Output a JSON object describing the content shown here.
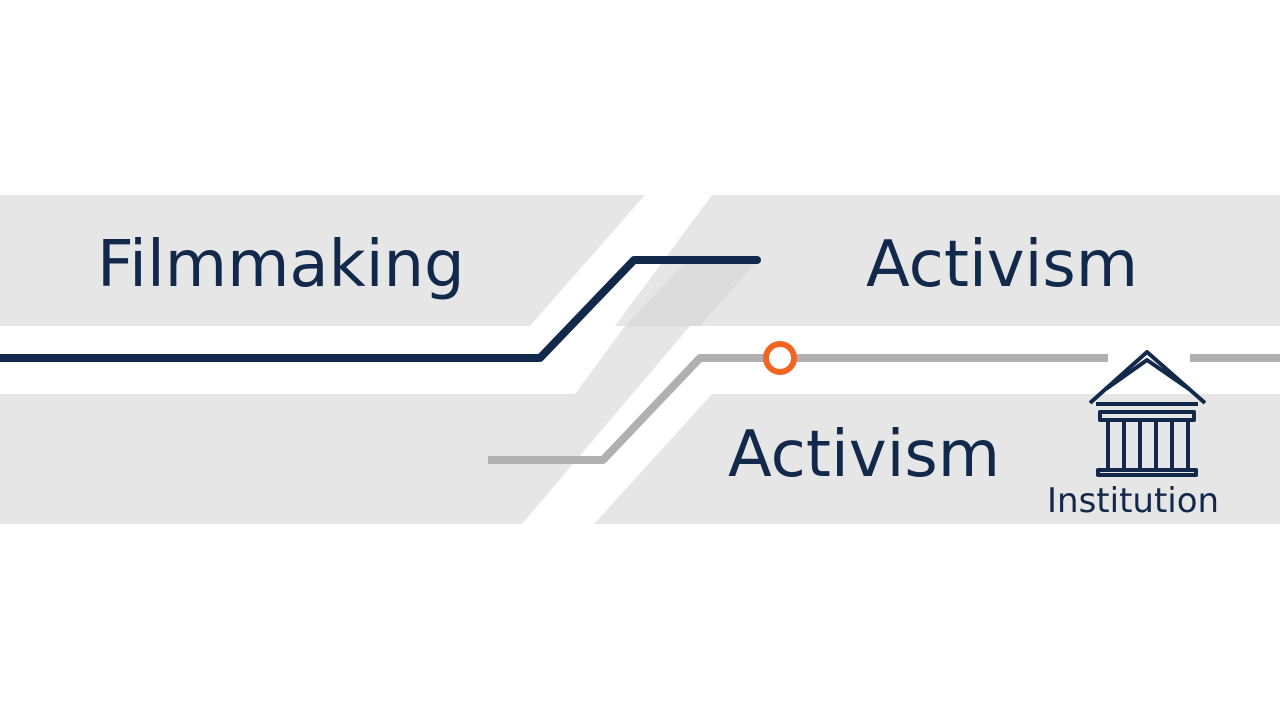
{
  "labels": {
    "filmmaking": "Filmmaking",
    "activism_top": "Activism",
    "activism_bottom": "Activism",
    "institution": "Institution"
  },
  "icons": {
    "institution": "building-columns-icon",
    "marker": "circle-marker-icon"
  },
  "colors": {
    "background": "#ffffff",
    "band": "#e6e6e6",
    "band_shadow": "#d6d6d6",
    "primary_line": "#13294b",
    "secondary_line": "#b0b0b0",
    "marker": "#f26522",
    "text": "#13294b"
  }
}
